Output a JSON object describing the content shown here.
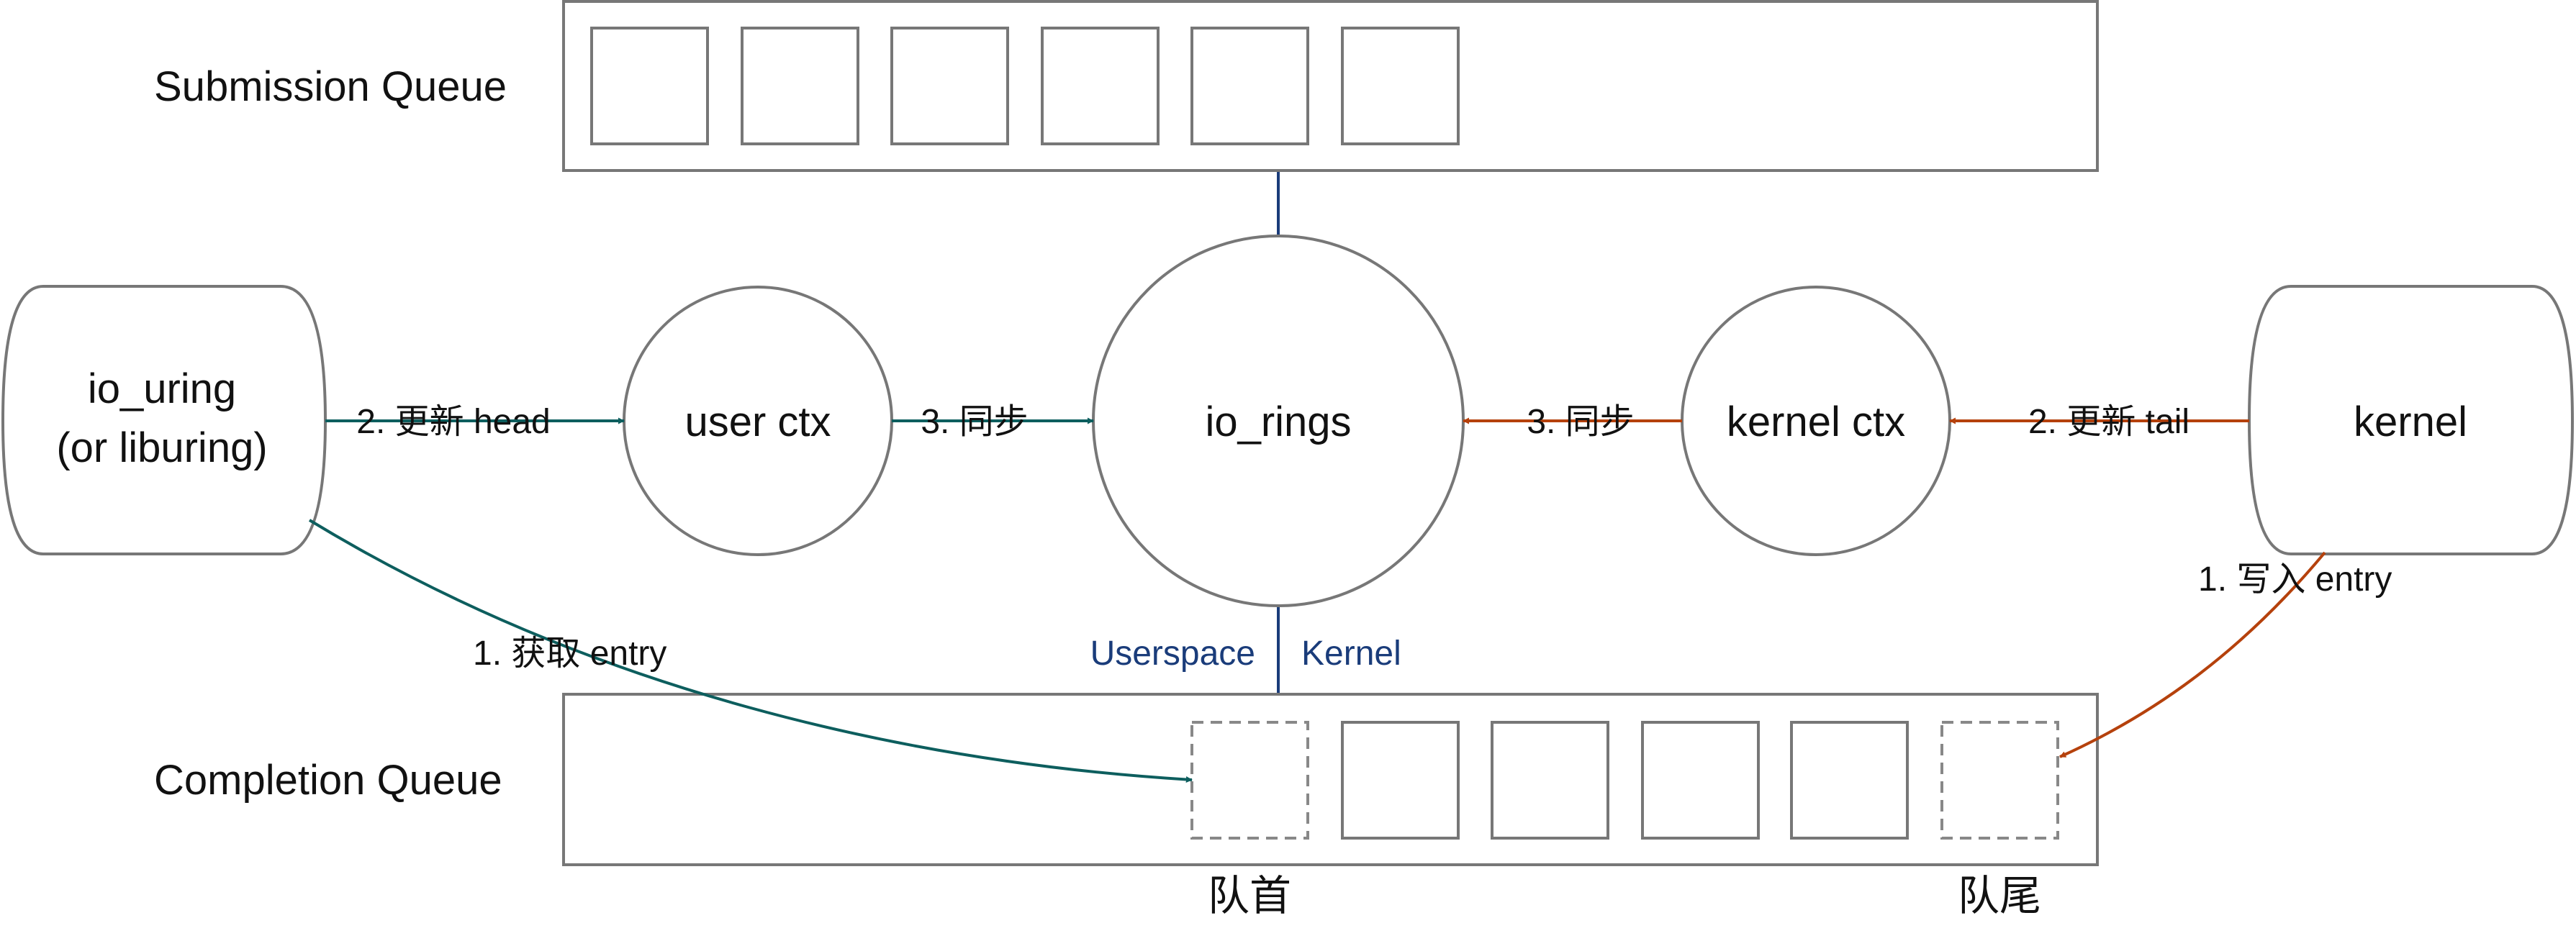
{
  "labels": {
    "submission_queue": "Submission Queue",
    "completion_queue": "Completion Queue",
    "io_uring_line1": "io_uring",
    "io_uring_line2": "(or liburing)",
    "user_ctx": "user ctx",
    "io_rings": "io_rings",
    "kernel_ctx": "kernel ctx",
    "kernel": "kernel",
    "userspace": "Userspace",
    "kernel_side": "Kernel",
    "queue_head": "队首",
    "queue_tail": "队尾"
  },
  "edges": {
    "user_update_head": "2. 更新 head",
    "user_sync": "3. 同步",
    "kernel_sync": "3. 同步",
    "kernel_update_tail": "2. 更新 tail",
    "fetch_entry": "1. 获取 entry",
    "write_entry": "1. 写入 entry"
  },
  "colors": {
    "user_arrow": "#0d5e5e",
    "kernel_arrow": "#b5410c",
    "boundary": "#1a3c7a",
    "outline": "#777777"
  },
  "submission_slots": 6,
  "completion_slots": 6
}
